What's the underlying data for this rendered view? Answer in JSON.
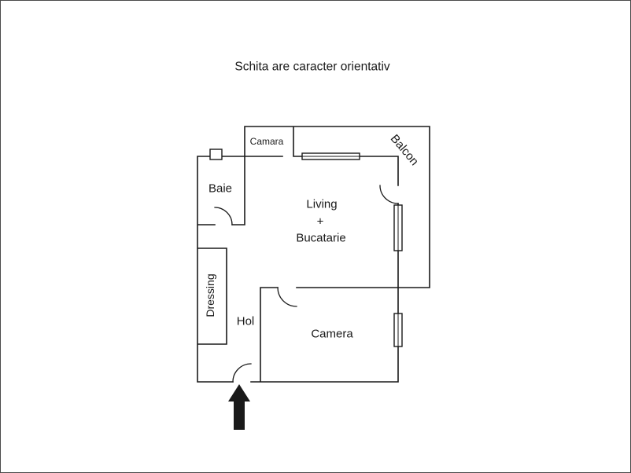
{
  "page": {
    "title": "Schita are caracter orientativ",
    "ink_color": "#1a1a1a"
  },
  "floorplan": {
    "rooms": {
      "camara": "Camara",
      "balcon": "Balcon",
      "baie": "Baie",
      "living_line1": "Living",
      "living_line2": "+",
      "living_line3": "Bucatarie",
      "dressing": "Dressing",
      "hol": "Hol",
      "camera": "Camera"
    },
    "icons": {
      "entrance_arrow": "up-arrow"
    }
  }
}
